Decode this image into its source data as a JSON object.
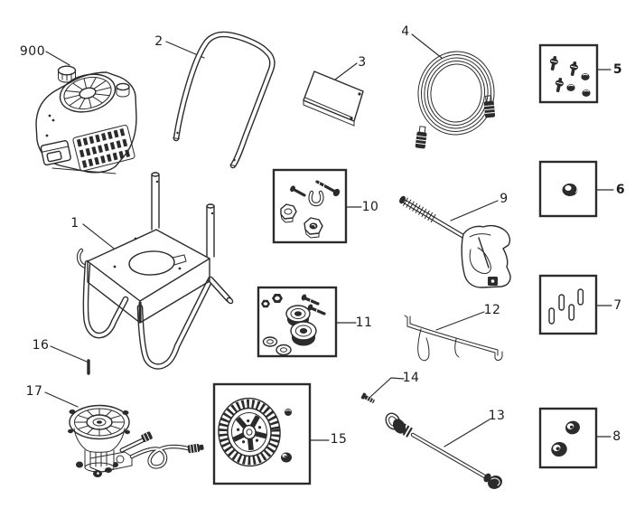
{
  "diagram_type": "exploded-parts-diagram",
  "colors": {
    "background": "#ffffff",
    "line": "#2b2b2b"
  },
  "callouts": {
    "engine": "900",
    "frame": "1",
    "handle": "2",
    "panel": "3",
    "hose": "4",
    "hardware_kit": "5",
    "adapter_kit": "6",
    "pin_kit": "7",
    "grommet_kit": "8",
    "spray_gun": "9",
    "knob_kit": "10",
    "bearing_kit": "11",
    "wire_holder": "12",
    "wand": "13",
    "bolt": "14",
    "wheel_kit": "15",
    "pin": "16",
    "pump": "17"
  }
}
